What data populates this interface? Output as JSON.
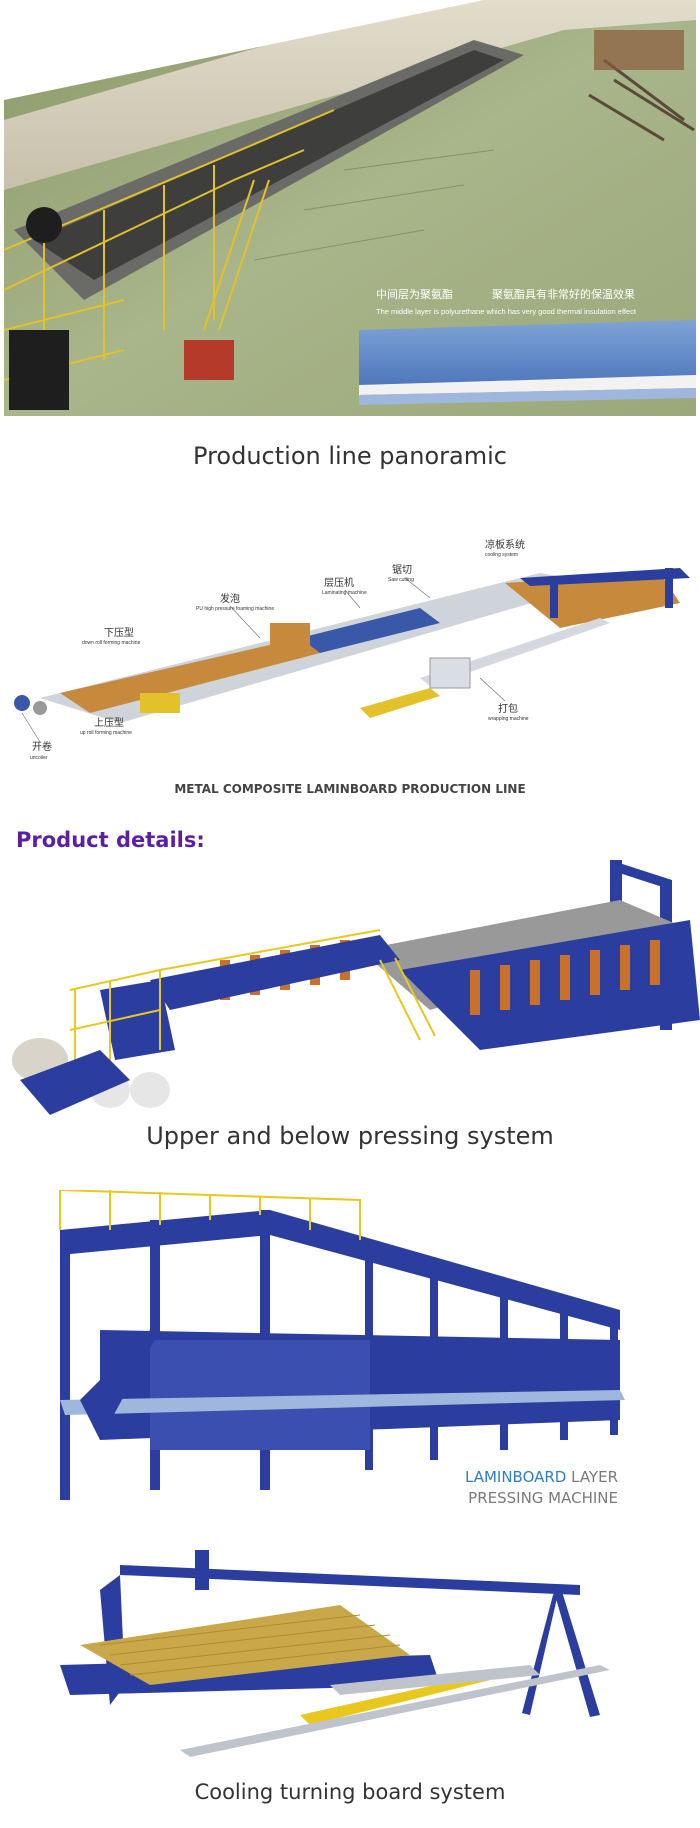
{
  "section1": {
    "overlay_cn_left": "中间层为聚氨酯",
    "overlay_cn_right": "聚氨酯具有非常好的保温效果",
    "overlay_en": "The middle layer is polyurethane which has very good thermal insulation effect",
    "caption": "Production line panoramic"
  },
  "section2": {
    "labels": {
      "unciler_cn": "开卷",
      "unciler_en": "uncoiler",
      "down_cn": "下压型",
      "down_en": "down roll forming machine",
      "up_cn": "上压型",
      "up_en": "up roll forming machine",
      "foam_cn": "发泡",
      "foam_en": "PU high pressure foaming machine",
      "lam_cn": "层压机",
      "lam_en": "Laminating machine",
      "saw_cn": "锯切",
      "saw_en": "Saw cutting",
      "cool_cn": "凉板系统",
      "cool_en": "cooling system",
      "wrap_cn": "打包",
      "wrap_en": "wrapping machine"
    },
    "title": "METAL COMPOSITE LAMINBOARD PRODUCTION LINE"
  },
  "product_details": "Product details:",
  "section3": {
    "caption": "Upper and below pressing system"
  },
  "section4": {
    "title_part1": "LAMINBOARD",
    "title_part2": " LAYER",
    "title_line2": "PRESSING MACHINE"
  },
  "section5": {
    "caption": "Cooling turning board system"
  },
  "colors": {
    "purple": "#5b1fa6",
    "blue": "#2b3d9e",
    "yellow": "#e8c81e",
    "accent_blue": "#2e7fc7"
  }
}
